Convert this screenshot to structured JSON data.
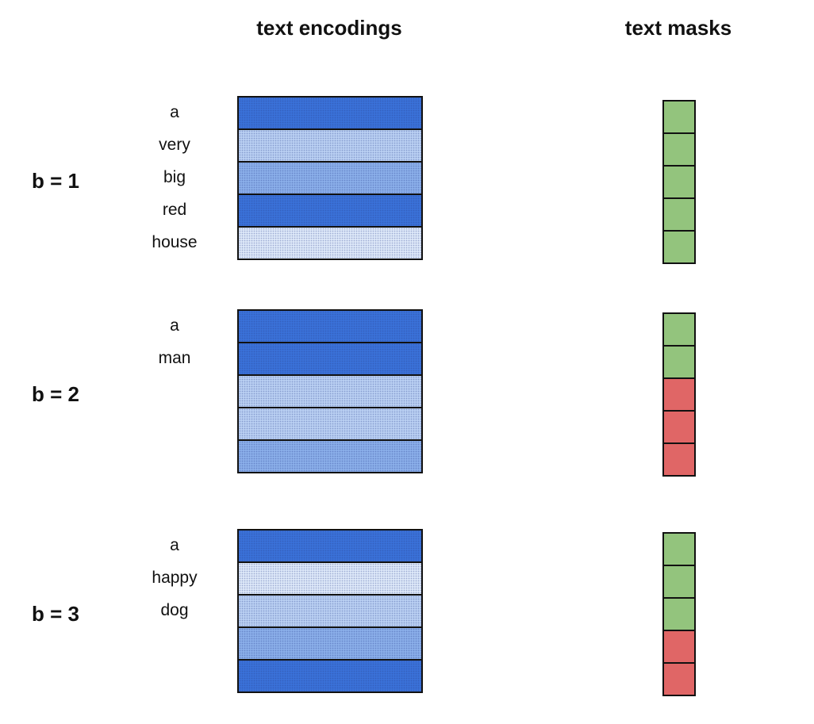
{
  "headers": {
    "encodings": "text encodings",
    "masks": "text masks"
  },
  "colors": {
    "shade_1": "#3a71d8",
    "shade_2": "#8aaee9",
    "shade_3": "#b9cff2",
    "shade_4": "#dce7f8",
    "mask_valid": "#93c47d",
    "mask_padding": "#e06666",
    "border": "#111111"
  },
  "groups": [
    {
      "label": "b = 1",
      "tokens": [
        "a",
        "very",
        "big",
        "red",
        "house"
      ],
      "encoding_shades": [
        "shade_1",
        "shade_3",
        "shade_2",
        "shade_1",
        "shade_4"
      ],
      "mask": [
        1,
        1,
        1,
        1,
        1
      ]
    },
    {
      "label": "b = 2",
      "tokens": [
        "a",
        "man"
      ],
      "encoding_shades": [
        "shade_1",
        "shade_1",
        "shade_3",
        "shade_3",
        "shade_2"
      ],
      "mask": [
        1,
        1,
        0,
        0,
        0
      ]
    },
    {
      "label": "b = 3",
      "tokens": [
        "a",
        "happy",
        "dog"
      ],
      "encoding_shades": [
        "shade_1",
        "shade_4",
        "shade_3",
        "shade_2",
        "shade_1"
      ],
      "mask": [
        1,
        1,
        1,
        0,
        0
      ]
    }
  ]
}
